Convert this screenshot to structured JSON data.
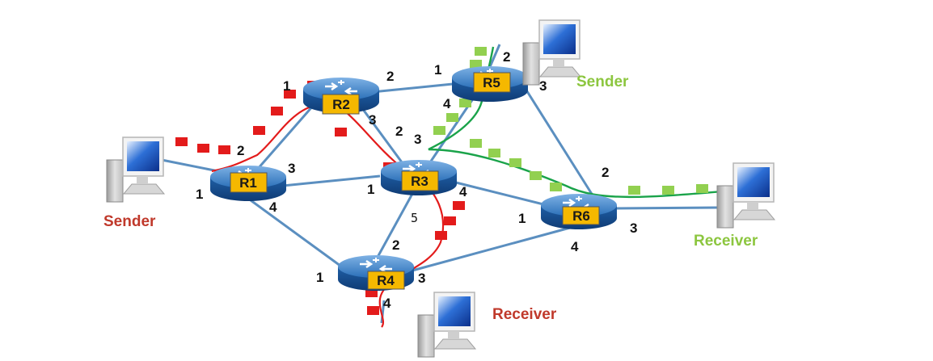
{
  "routers": [
    {
      "id": "r1",
      "label": "R1"
    },
    {
      "id": "r2",
      "label": "R2"
    },
    {
      "id": "r3",
      "label": "R3"
    },
    {
      "id": "r4",
      "label": "R4"
    },
    {
      "id": "r5",
      "label": "R5"
    },
    {
      "id": "r6",
      "label": "R6"
    }
  ],
  "ports": {
    "r1": [
      "1",
      "2",
      "3",
      "4"
    ],
    "r2": [
      "1",
      "2",
      "3"
    ],
    "r3": [
      "1",
      "2",
      "3",
      "4",
      "5"
    ],
    "r4": [
      "1",
      "2",
      "3",
      "4"
    ],
    "r5": [
      "1",
      "2",
      "3",
      "4"
    ],
    "r6": [
      "1",
      "2",
      "3",
      "4"
    ]
  },
  "hosts": {
    "left_sender": "Sender",
    "top_sender": "Sender",
    "right_receiver": "Receiver",
    "bottom_receiver": "Receiver"
  },
  "colors": {
    "link": "#5b8fc0",
    "red_flow": "#e31b1b",
    "green_flow": "#1aa34a",
    "green_packet": "#92d050",
    "router_label_bg": "#f5b800",
    "red_label": "#c0392b",
    "green_label": "#8cc63f"
  }
}
